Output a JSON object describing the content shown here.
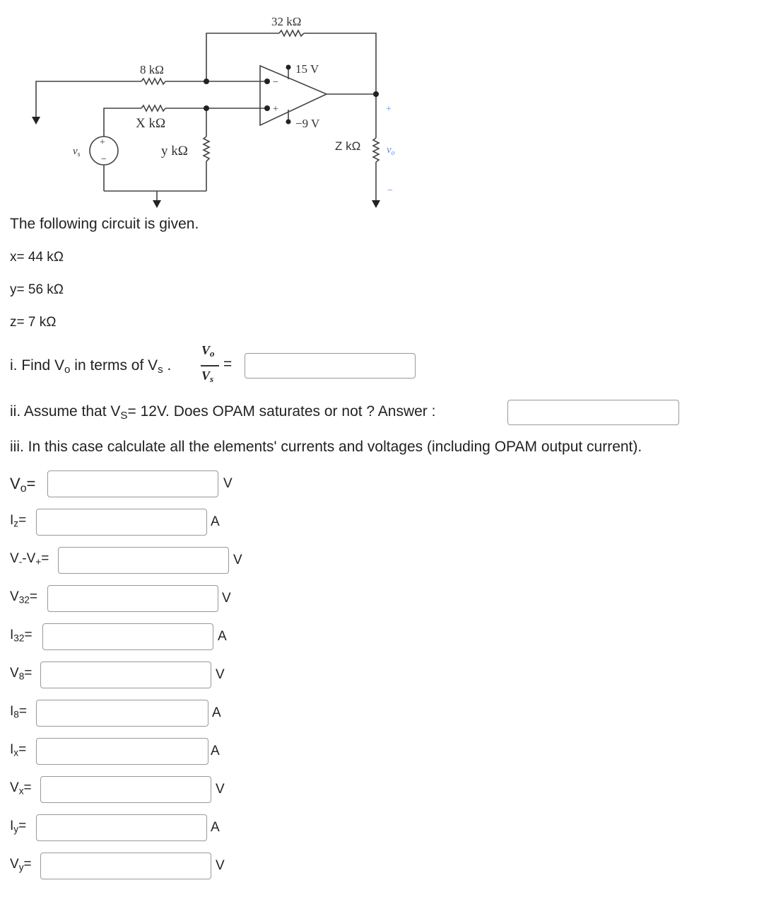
{
  "circuit": {
    "r_top": "32 kΩ",
    "r_8": "8 kΩ",
    "r_x": "X kΩ",
    "r_y": "y kΩ",
    "r_z": "Z kΩ",
    "v_pos": "15 V",
    "v_neg": "−9 V",
    "src": "v",
    "src_sub": "s",
    "out": "v",
    "out_sub": "o",
    "minus_sign": "−",
    "plus_sign": "+"
  },
  "intro": "The following circuit is given.",
  "params": {
    "x": "x= 44 kΩ",
    "y": "y= 56 kΩ",
    "z": "z= 7 kΩ"
  },
  "q1": {
    "text_a": "i. Find V",
    "sub_o": "o",
    "text_b": " in terms of V",
    "sub_s": "s",
    "text_c": " .",
    "frac_num": "V",
    "frac_num_sub": "o",
    "frac_den": "V",
    "frac_den_sub": "s",
    "eq": "="
  },
  "q2": {
    "text_a": "ii. Assume that V",
    "sub_s": "S",
    "text_b": "= 12V. Does OPAM saturates  or not ? Answer :"
  },
  "q3": {
    "text": "iii. In this case calculate all the elements' currents and voltages (including OPAM output current)."
  },
  "rows": [
    {
      "base": "V",
      "sub": "o",
      "tail": "=",
      "unit": "V"
    },
    {
      "base": "I",
      "sub": "z",
      "tail": "=",
      "unit": "A"
    },
    {
      "base": "V",
      "sub": "-",
      "tail": "-V",
      "sub2": "+",
      "tail2": "=",
      "unit": "V"
    },
    {
      "base": "V",
      "sub": "32",
      "tail": "=",
      "unit": "V"
    },
    {
      "base": "I",
      "sub": "32",
      "tail": "=",
      "unit": "A"
    },
    {
      "base": "V",
      "sub": "8",
      "tail": "=",
      "unit": "V"
    },
    {
      "base": "I",
      "sub": "8",
      "tail": "=",
      "unit": "A"
    },
    {
      "base": "I",
      "sub": "x",
      "tail": "=",
      "unit": "A"
    },
    {
      "base": "V",
      "sub": "x",
      "tail": "=",
      "unit": "V"
    },
    {
      "base": "I",
      "sub": "y",
      "tail": "=",
      "unit": "A"
    },
    {
      "base": "V",
      "sub": "y",
      "tail": "=",
      "unit": "V"
    }
  ]
}
